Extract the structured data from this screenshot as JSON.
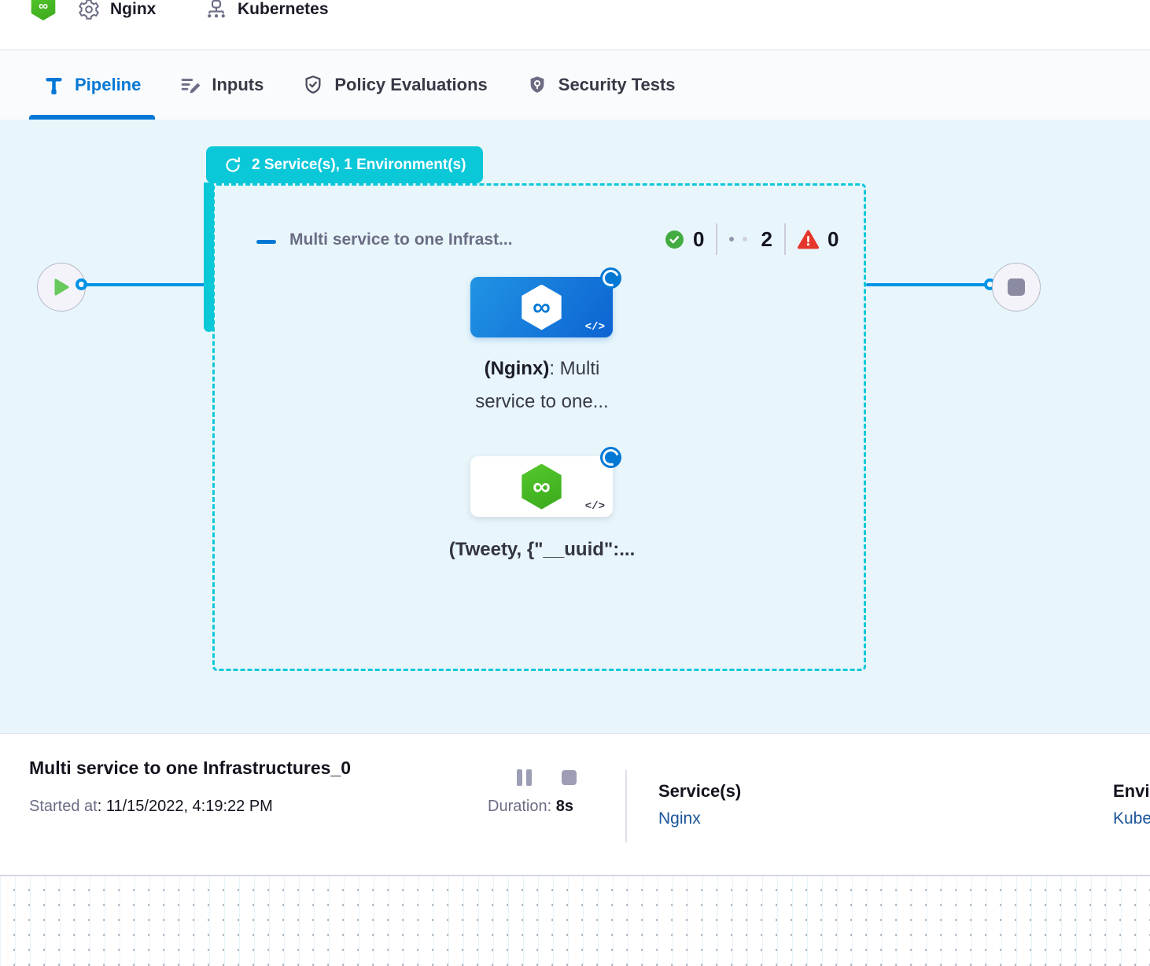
{
  "header": {
    "service_name": "Nginx",
    "environment_name": "Kubernetes"
  },
  "tabs": [
    {
      "label": "Pipeline",
      "active": true
    },
    {
      "label": "Inputs",
      "active": false
    },
    {
      "label": "Policy Evaluations",
      "active": false
    },
    {
      "label": "Security Tests",
      "active": false
    }
  ],
  "canvas": {
    "group_badge": "2 Service(s), 1 Environment(s)",
    "stage": {
      "title": "Multi service to one Infrast...",
      "success_count": "0",
      "pending_count": "2",
      "failed_count": "0"
    },
    "nodes": [
      {
        "label_bold": "(Nginx)",
        "label_rest": ": Multi service to one..."
      },
      {
        "label_bold": "(Tweety, {\"__uuid\":..."
      }
    ]
  },
  "footer": {
    "title": "Multi service to one Infrastructures_0",
    "started_label": "Started at",
    "started_value": ": 11/15/2022, 4:19:22 PM",
    "duration_label": "Duration:",
    "duration_value": " 8s",
    "services_label": "Service(s)",
    "services_value": "Nginx",
    "environments_label": "Environment(s)",
    "environments_value": "Kubernetes"
  },
  "icons": {
    "infinity": "∞",
    "code": "</>"
  },
  "colors": {
    "accent_teal": "#0bc8d9",
    "accent_blue": "#0278d5",
    "edge_blue": "#0092e4",
    "success_green": "#42ab42",
    "fail_red": "#e5372b",
    "canvas_bg": "#e8f6fb",
    "link_blue": "#1b5499"
  }
}
